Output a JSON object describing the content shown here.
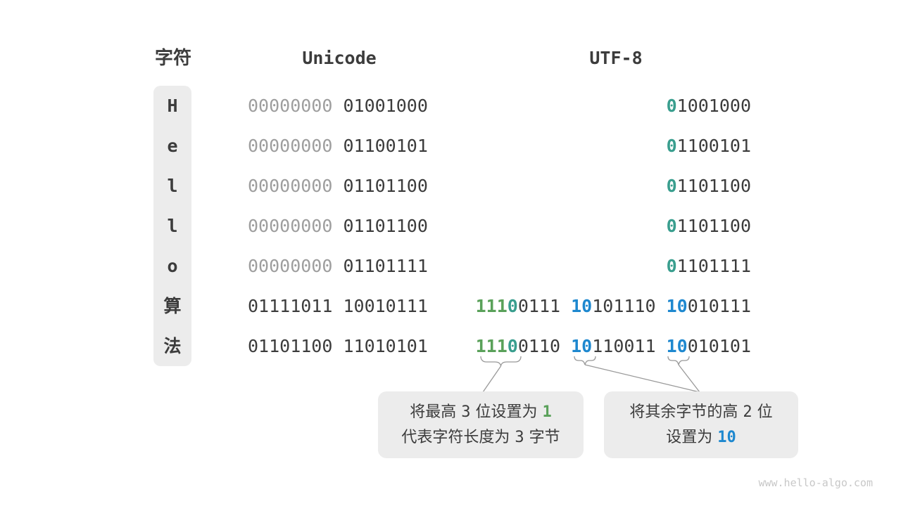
{
  "table": {
    "headers": {
      "char": "字符",
      "unicode": "Unicode",
      "utf8": "UTF-8"
    },
    "rows": [
      {
        "char": "H",
        "unicode": [
          {
            "t": "00000000 ",
            "c": "gray"
          },
          {
            "t": "01001000",
            "c": "dark"
          }
        ],
        "utf8": [
          {
            "t": "0",
            "c": "teal"
          },
          {
            "t": "1001000",
            "c": "dark"
          }
        ]
      },
      {
        "char": "e",
        "unicode": [
          {
            "t": "00000000 ",
            "c": "gray"
          },
          {
            "t": "01100101",
            "c": "dark"
          }
        ],
        "utf8": [
          {
            "t": "0",
            "c": "teal"
          },
          {
            "t": "1100101",
            "c": "dark"
          }
        ]
      },
      {
        "char": "l",
        "unicode": [
          {
            "t": "00000000 ",
            "c": "gray"
          },
          {
            "t": "01101100",
            "c": "dark"
          }
        ],
        "utf8": [
          {
            "t": "0",
            "c": "teal"
          },
          {
            "t": "1101100",
            "c": "dark"
          }
        ]
      },
      {
        "char": "l",
        "unicode": [
          {
            "t": "00000000 ",
            "c": "gray"
          },
          {
            "t": "01101100",
            "c": "dark"
          }
        ],
        "utf8": [
          {
            "t": "0",
            "c": "teal"
          },
          {
            "t": "1101100",
            "c": "dark"
          }
        ]
      },
      {
        "char": "o",
        "unicode": [
          {
            "t": "00000000 ",
            "c": "gray"
          },
          {
            "t": "01101111",
            "c": "dark"
          }
        ],
        "utf8": [
          {
            "t": "0",
            "c": "teal"
          },
          {
            "t": "1101111",
            "c": "dark"
          }
        ]
      },
      {
        "char": "算",
        "unicode": [
          {
            "t": "01111011 10010111",
            "c": "dark"
          }
        ],
        "utf8": [
          {
            "t": "111",
            "c": "green"
          },
          {
            "t": "0",
            "c": "teal"
          },
          {
            "t": "0111 ",
            "c": "dark"
          },
          {
            "t": "10",
            "c": "blue"
          },
          {
            "t": "101110 ",
            "c": "dark"
          },
          {
            "t": "10",
            "c": "blue"
          },
          {
            "t": "010111",
            "c": "dark"
          }
        ]
      },
      {
        "char": "法",
        "unicode": [
          {
            "t": "01101100 11010101",
            "c": "dark"
          }
        ],
        "utf8": [
          {
            "t": "111",
            "c": "green"
          },
          {
            "t": "0",
            "c": "teal"
          },
          {
            "t": "0110 ",
            "c": "dark"
          },
          {
            "t": "10",
            "c": "blue"
          },
          {
            "t": "110011 ",
            "c": "dark"
          },
          {
            "t": "10",
            "c": "blue"
          },
          {
            "t": "010101",
            "c": "dark"
          }
        ]
      }
    ]
  },
  "annotations": {
    "left": {
      "line1": [
        {
          "t": "将最高 ",
          "c": "cjk"
        },
        {
          "t": "3",
          "c": "num"
        },
        {
          "t": " 位设置为 ",
          "c": "cjk"
        },
        {
          "t": "1",
          "c": "num-green"
        }
      ],
      "line2": [
        {
          "t": "代表字符长度为 ",
          "c": "cjk"
        },
        {
          "t": "3",
          "c": "num"
        },
        {
          "t": " 字节",
          "c": "cjk"
        }
      ]
    },
    "right": {
      "line1": [
        {
          "t": "将其余字节的高 ",
          "c": "cjk"
        },
        {
          "t": "2",
          "c": "num"
        },
        {
          "t": " 位",
          "c": "cjk"
        }
      ],
      "line2": [
        {
          "t": "设置为 ",
          "c": "cjk"
        },
        {
          "t": "10",
          "c": "num-blue"
        }
      ]
    }
  },
  "watermark": "www.hello-algo.com",
  "colors": {
    "dark": "#3c3c3c",
    "gray": "#9e9e9e",
    "teal": "#399e8e",
    "green": "#5aa15a",
    "blue": "#1e88cf",
    "boxbg": "#ececec",
    "line": "#999999",
    "watermark": "#c8c8c8"
  }
}
